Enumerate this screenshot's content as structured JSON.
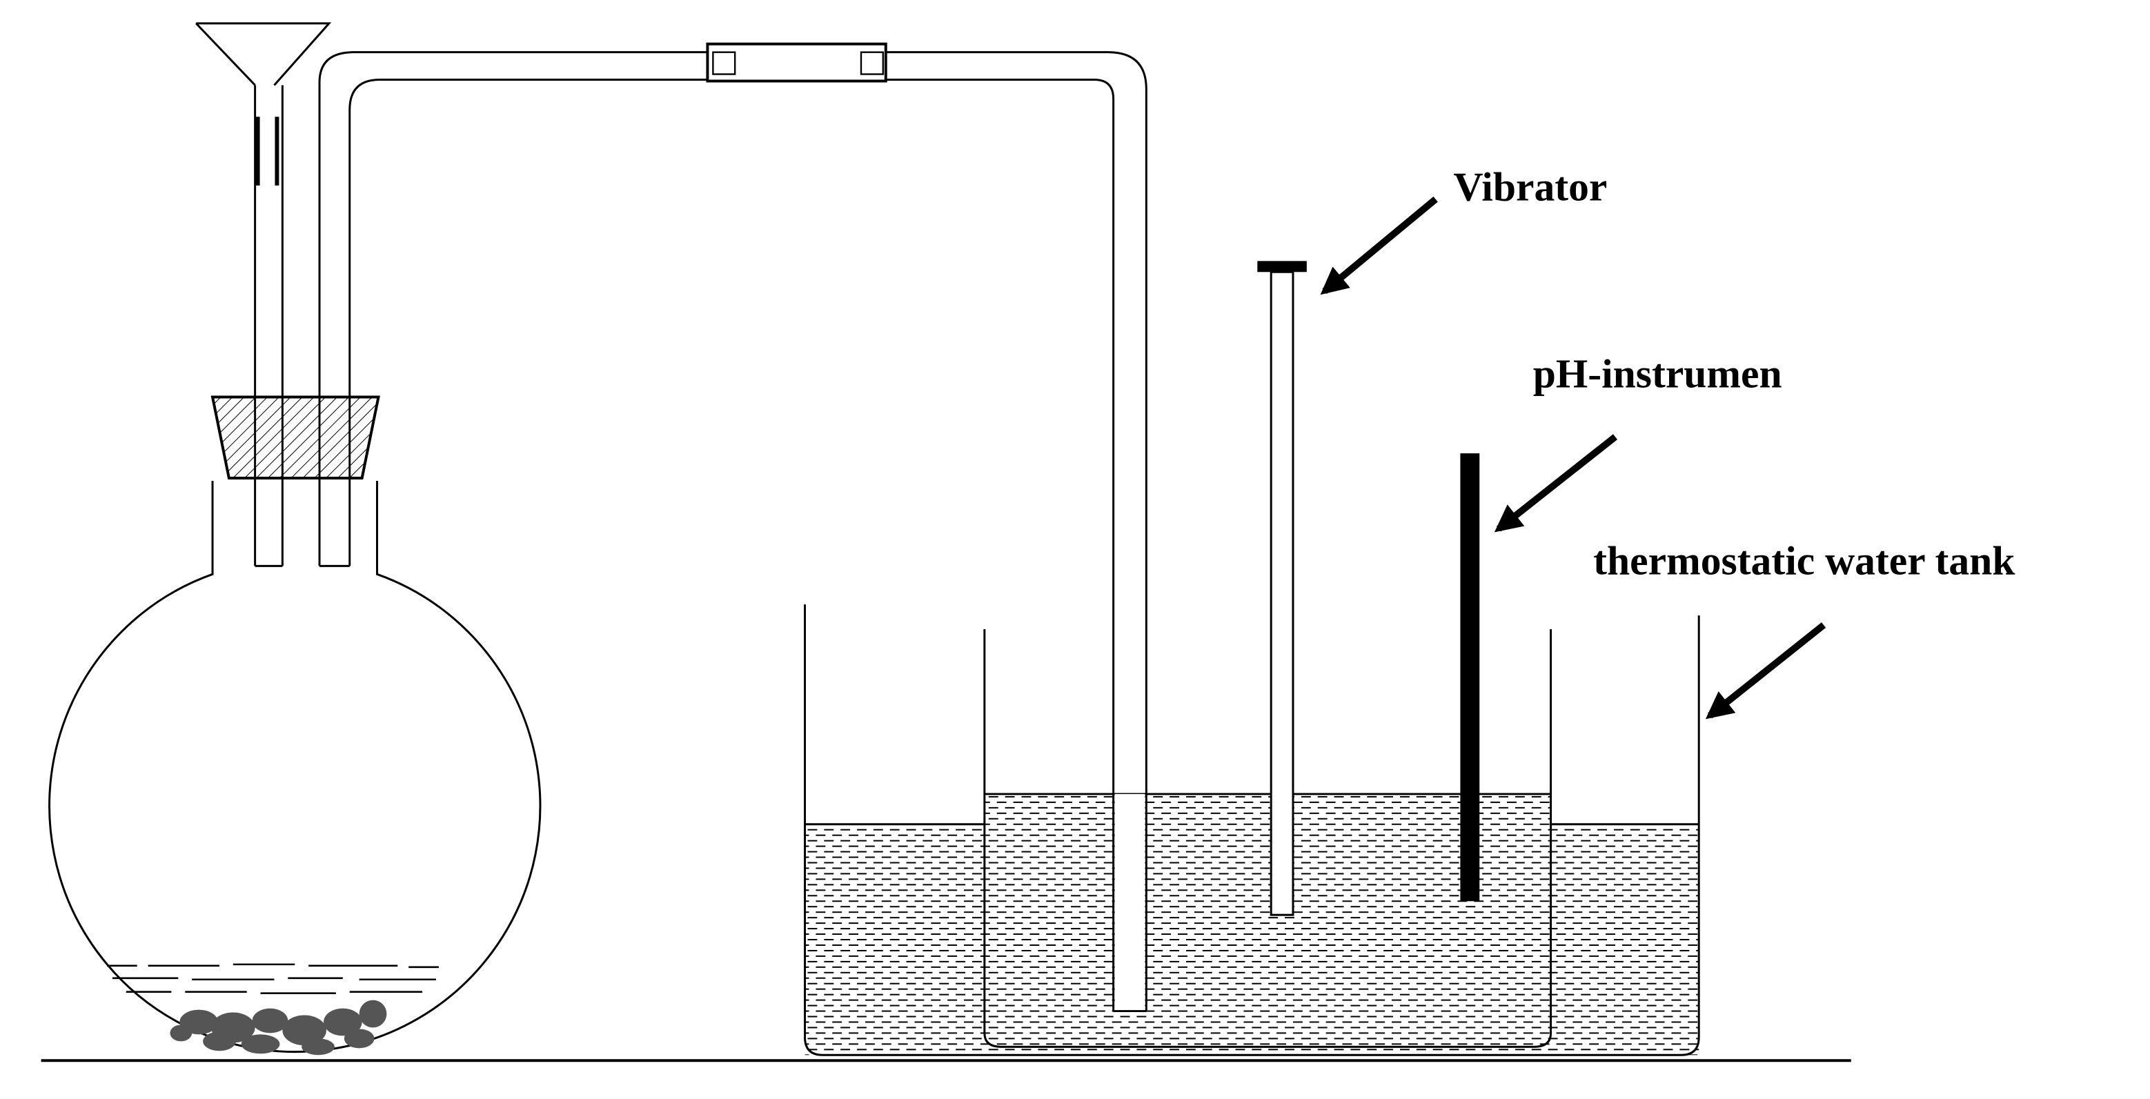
{
  "labels": {
    "vibrator": "Vibrator",
    "ph_instrument": "pH-instrumen",
    "water_tank": "thermostatic water tank"
  },
  "colors": {
    "ink": "#000000",
    "background": "#ffffff",
    "solid": "#555555"
  },
  "icons": {
    "arrow": "arrow-icon",
    "flask": "round-bottom-flask-icon",
    "funnel": "funnel-icon",
    "stopper": "rubber-stopper-icon"
  }
}
